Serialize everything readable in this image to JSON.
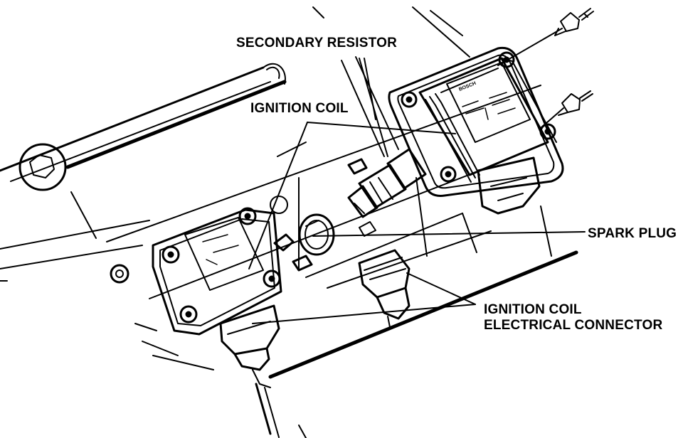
{
  "labels": {
    "secondary_resistor": "SECONDARY RESISTOR",
    "ignition_coil": "IGNITION COIL",
    "spark_plug": "SPARK PLUG",
    "connector_line1": "IGNITION COIL",
    "connector_line2": "ELECTRICAL CONNECTOR"
  },
  "coil_brand_mark": "BOSCH",
  "colors": {
    "ink": "#000000",
    "paper": "#ffffff"
  }
}
